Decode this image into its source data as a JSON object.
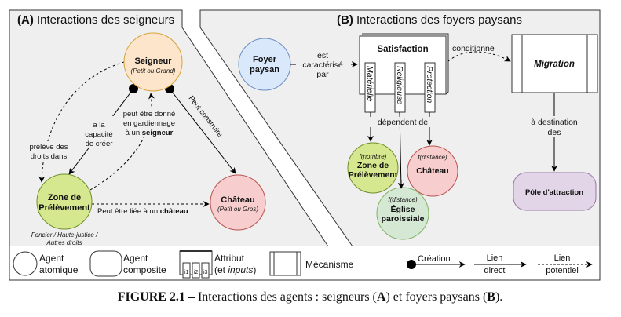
{
  "panel_a": {
    "label_bold": "(A)",
    "title": " Interactions des seigneurs",
    "nodes": {
      "seigneur": {
        "name": "Seigneur",
        "sub": "(Petit ou Grand)",
        "color": "#fde5cc",
        "stroke": "#d6a43a"
      },
      "zone": {
        "name1": "Zone de",
        "name2": "Prélèvement",
        "note1": "Foncier / Haute-justice /",
        "note2": "Autres droits",
        "color": "#d5e88f",
        "stroke": "#6f8f2a"
      },
      "chateau": {
        "name": "Château",
        "sub": "(Petit ou Gros)",
        "color": "#f7cdcd",
        "stroke": "#b85450"
      }
    },
    "edges": {
      "preleve": [
        "prélève des",
        "droits dans"
      ],
      "capacite": [
        "a la",
        "capacité",
        "de créer"
      ],
      "gardiennage": [
        "peut être donné",
        "en gardiennage",
        "à un "
      ],
      "gardiennage_bold": "seigneur",
      "construire": "Peut construire",
      "liee": "Peut être liée à un ",
      "liee_bold": "château"
    }
  },
  "panel_b": {
    "label_bold": "(B)",
    "title": " Interactions des foyers paysans",
    "nodes": {
      "foyer": {
        "name1": "Foyer",
        "name2": "paysan",
        "color": "#dae8fc",
        "stroke": "#6c8ebf"
      },
      "satisfaction": {
        "name": "Satisfaction",
        "attributes": [
          "Matérielle",
          "Religieuse",
          "Protection"
        ]
      },
      "migration": {
        "name": "Migration"
      },
      "zone": {
        "f": "f(nombre)",
        "name1": "Zone de",
        "name2": "Prélèvement",
        "color": "#d5e88f",
        "stroke": "#6f8f2a"
      },
      "chateau": {
        "f": "f(distance)",
        "name": "Château",
        "color": "#f7cdcd",
        "stroke": "#b85450"
      },
      "eglise": {
        "f": "f(distance)",
        "name1": "Église",
        "name2": "paroissiale",
        "color": "#d5e8d4",
        "stroke": "#82b366"
      },
      "pole": {
        "name": "Pôle d'attraction",
        "color": "#e1d5e7",
        "stroke": "#9673a6"
      }
    },
    "edges": {
      "caracterise": [
        "est",
        "caractérisé",
        "par"
      ],
      "conditionne": "conditionne",
      "dependent": "dépendent de",
      "destination": [
        "à destination",
        "des"
      ]
    }
  },
  "legend": {
    "atomique": [
      "Agent",
      "atomique"
    ],
    "composite": [
      "Agent",
      "composite"
    ],
    "attribut": [
      "Attribut",
      "(et ",
      "inputs",
      ")"
    ],
    "attribut_inputs": [
      "i1",
      "i2",
      "i3"
    ],
    "mecanisme": "Mécanisme",
    "creation": "Création",
    "direct": [
      "Lien",
      "direct"
    ],
    "potentiel": [
      "Lien",
      "potentiel"
    ]
  },
  "caption": {
    "prefix": "FIGURE 2.1 –",
    "text": " Interactions des agents : seigneurs (",
    "a": "A",
    "mid": ") et foyers paysans (",
    "b": "B",
    "end": ")."
  }
}
